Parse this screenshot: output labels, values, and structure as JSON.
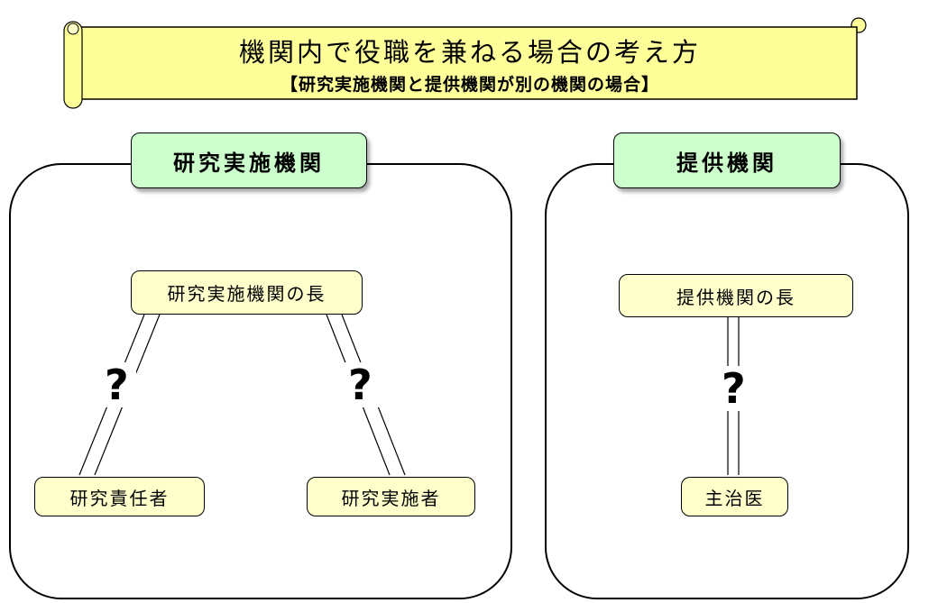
{
  "banner": {
    "title": "機関内で役職を兼ねる場合の考え方",
    "subtitle": "【研究実施機関と提供機関が別の機関の場合】"
  },
  "left_group": {
    "header": "研究実施機関",
    "head_box": "研究実施機関の長",
    "bottom_left_box": "研究責任者",
    "bottom_right_box": "研究実施者",
    "question_left": "?",
    "question_right": "?"
  },
  "right_group": {
    "header": "提供機関",
    "head_box": "提供機関の長",
    "bottom_box": "主治医",
    "question": "?"
  },
  "colors": {
    "banner_fill": "#ffff99",
    "header_fill": "#ccffcc",
    "box_fill": "#ffffcc",
    "line_color": "#000000",
    "border_color": "#000000"
  }
}
